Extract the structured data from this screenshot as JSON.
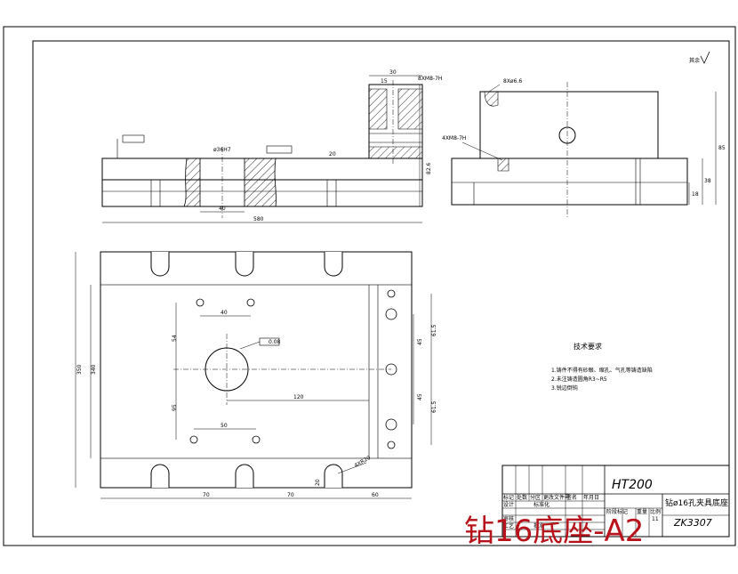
{
  "drawing": {
    "material": "HT200",
    "part_name": "钻ø16孔夹具底座",
    "drawing_number": "ZK3307",
    "sheet_count": "11",
    "watermark": "钻16底座-A2",
    "roughness_symbol": "其余"
  },
  "tech_requirements": {
    "title": "技术要求",
    "items": [
      "1.铸件不得有砂眼、缩孔、气孔等铸造缺陷",
      "2.未注铸造圆角R3~R5",
      "3.锐边倒钝"
    ]
  },
  "front_view": {
    "thread_top": "8XM8-7H",
    "dim_30": "30",
    "dim_15": "15",
    "overall_length": "580",
    "dim_40": "40",
    "height": "82.6",
    "hole_dia": "ø36H7",
    "rough_20": "20"
  },
  "side_view": {
    "thread_label_1": "8Xø6.6",
    "thread_label_2": "4XM8-7H",
    "dim_height": "85",
    "dim_38": "38",
    "dim_18": "18"
  },
  "plan_view": {
    "overall_width": "350",
    "inner_width": "340",
    "dim_40": "40",
    "dim_54": "54",
    "dim_95": "95",
    "dim_120": "120",
    "dim_50": "50",
    "dim_45_a": "45",
    "dim_45_b": "45",
    "dim_615_a": "61.5",
    "dim_615_b": "61.5",
    "slot_label": "4XR20",
    "bottom_70_a": "70",
    "bottom_70_b": "70",
    "bottom_60": "60",
    "flatness": "0.08",
    "dim_20": "20"
  },
  "title_block": {
    "headers": [
      "标记",
      "处数",
      "分区",
      "更改文件号",
      "签名",
      "年月日"
    ],
    "row_design": "设计",
    "row_standard": "标准化",
    "row_check": "审核",
    "row_process": "工艺",
    "row_approve": "批准",
    "stage_label": "阶段标记",
    "weight_label": "重量",
    "scale_label": "比例"
  }
}
